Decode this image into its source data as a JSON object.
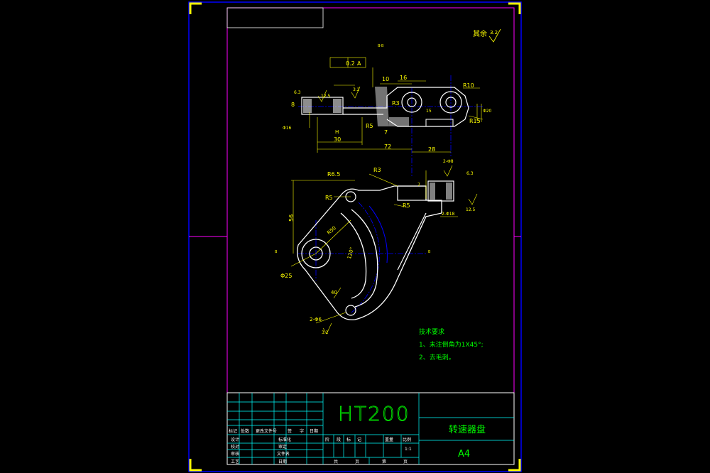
{
  "drawing": {
    "material": "HT200",
    "part_name": "转速器盘",
    "sheet_size": "A4",
    "scale": "1:1",
    "general_roughness_label": "其余",
    "general_roughness_value": "3.2",
    "section_label": "B-B",
    "view_marker": "B"
  },
  "tech_requirements": {
    "heading": "技术要求",
    "items": [
      "1、未注倒角为1X45°;",
      "2、去毛刺。"
    ]
  },
  "dimensions": {
    "top_view": {
      "d_10": "10",
      "d_16": "16",
      "r_10": "R10",
      "r_3": "R3",
      "r_5": "R5",
      "r_15": "R15",
      "d_7": "7",
      "d_30": "30",
      "d_72": "72",
      "d_28": "28",
      "d_8": "8",
      "d_phi": "Φ16",
      "d_h": "H",
      "tol": "0.2",
      "datum": "A",
      "ra_63": "6.3",
      "ra_125": "12.5",
      "ra_32": "3.2",
      "d_15": "15",
      "d_phi2": "Φ20"
    },
    "front_view": {
      "r_65": "R6.5",
      "r_3": "R3",
      "r_5a": "R5",
      "r_5b": "R5",
      "d_56": "56",
      "r_50": "R50",
      "ang_120": "120°",
      "d_40": "40",
      "phi_25": "Φ25",
      "holes_2": "2-Φ6",
      "holes_18": "2-Φ18",
      "ra_32": "3.2",
      "ra_63": "6.3",
      "ra_125": "12.5",
      "d_7": "7",
      "d_2": "2-Φ8"
    }
  },
  "title_block": {
    "row_labels": [
      "标记",
      "处数",
      "更改文件号",
      "签",
      "字",
      "日期"
    ],
    "left_labels": [
      "设计",
      "校对",
      "审核",
      "工艺"
    ],
    "mid_labels": [
      "标准化",
      "审定",
      "文件名",
      "日期"
    ],
    "stage_labels": [
      "阶",
      "段",
      "标",
      "记",
      "重量",
      "比例"
    ],
    "bottom_labels": [
      "共",
      "页",
      "第",
      "页"
    ]
  },
  "colors": {
    "frame": "#ff00ff",
    "border": "#0000ff",
    "line": "#ffffff",
    "dim": "#ffff00",
    "text_green": "#00ff00",
    "title_text": "#00ff00",
    "block_lines": "#00ffff",
    "center": "#0000ff",
    "corner": "#ffff00"
  }
}
